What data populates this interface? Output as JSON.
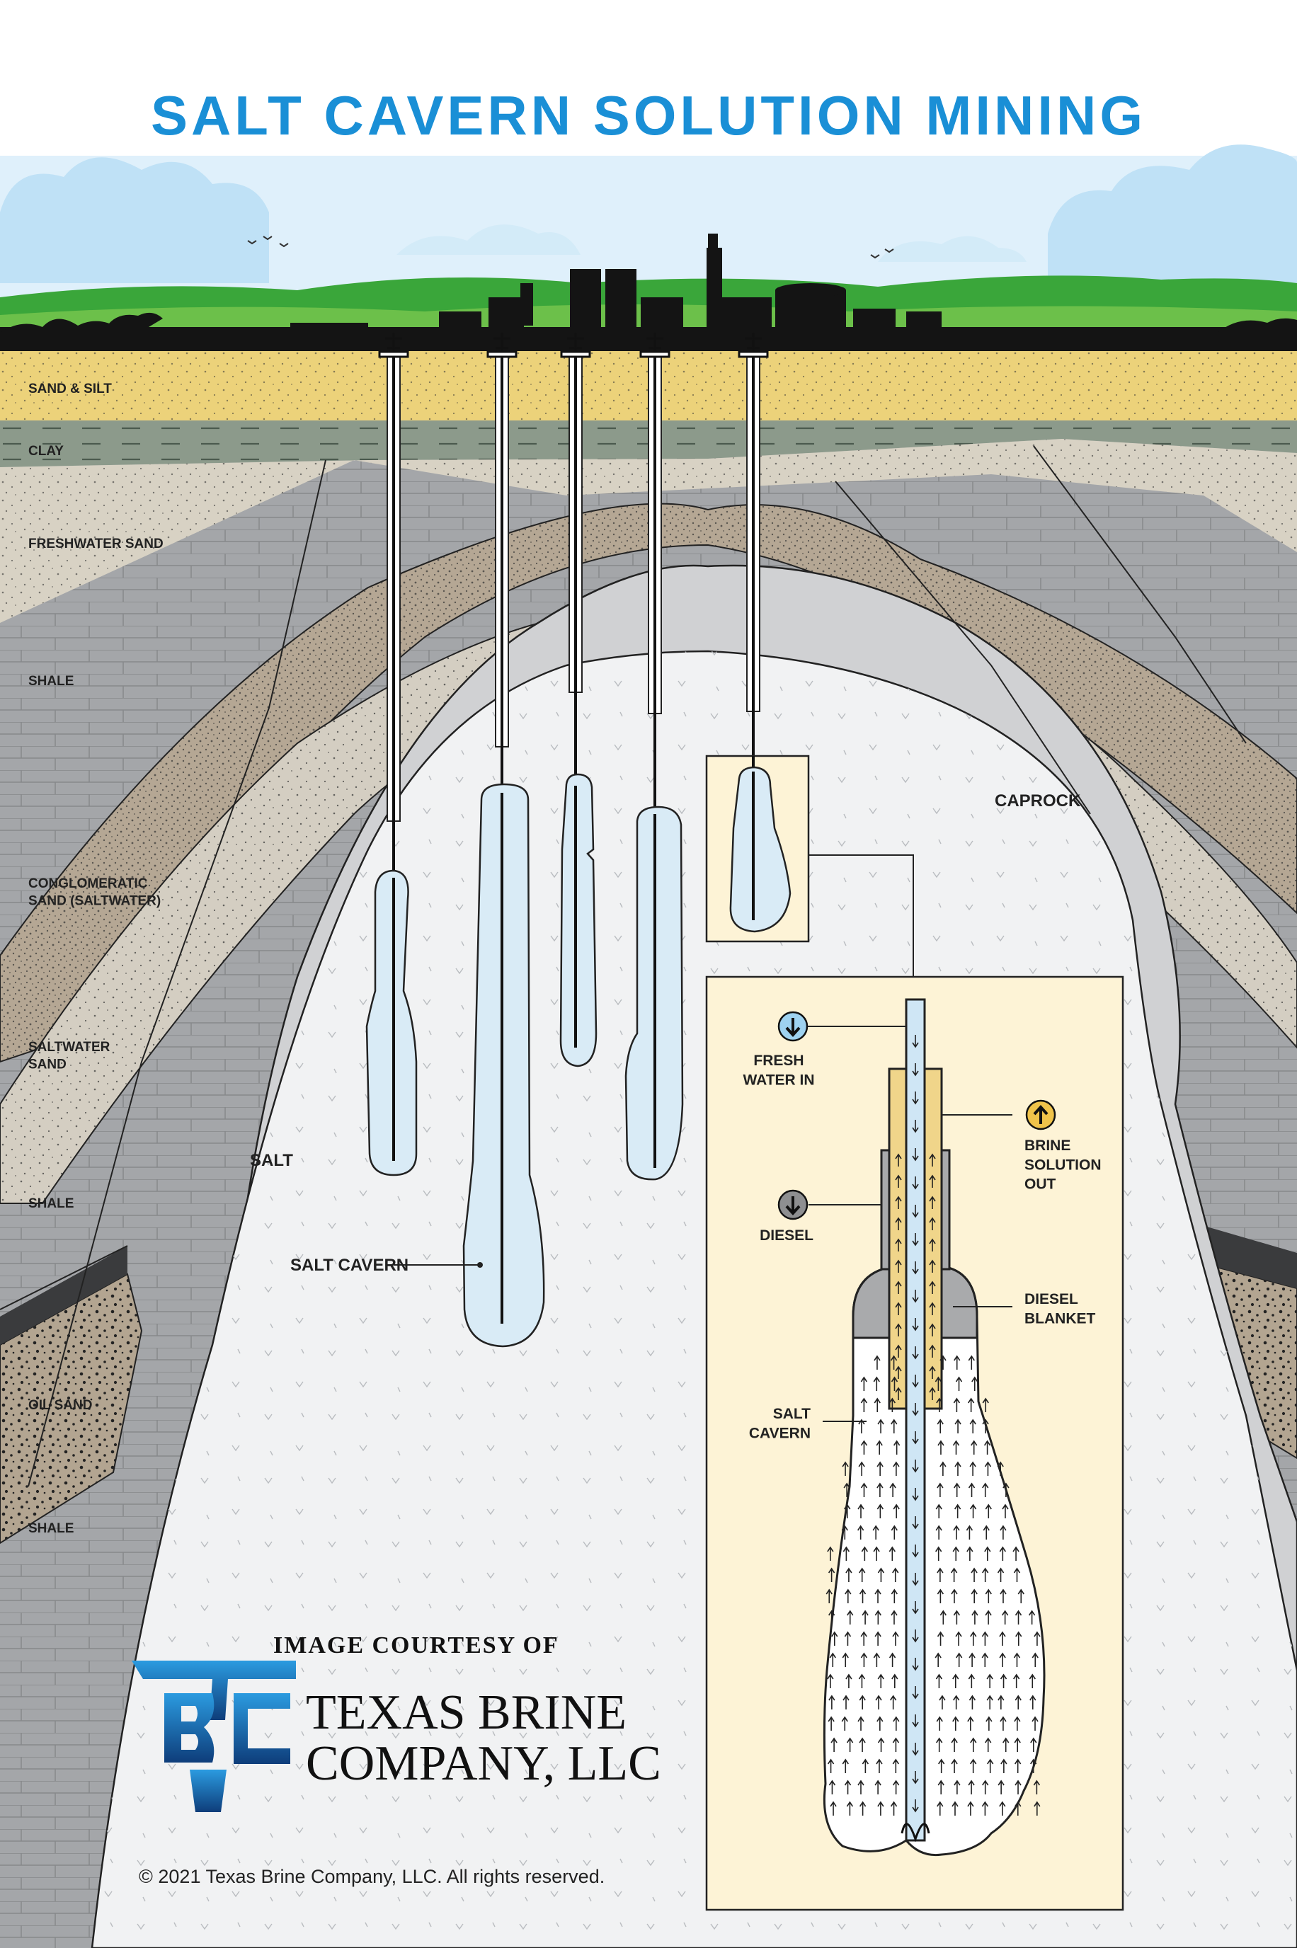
{
  "title": "SALT CAVERN SOLUTION MINING",
  "colors": {
    "title": "#1a8fd6",
    "sky": "#dff0fb",
    "vegetation": "#3aa63a",
    "silhouette": "#141414",
    "sand_silt": "#ecd27a",
    "clay": "#8c9a8b",
    "freshwater_sand": "#d8d2c4",
    "shale": "#a4a6a9",
    "conglomeratic_sand": "#b5a794",
    "caprock": "#d0d1d3",
    "salt": "#f1f2f3",
    "cavern": "#d9ebf6",
    "inset_bg": "#fdf3d6",
    "brine_tube": "#f0d58a",
    "diesel": "#a9aaac",
    "fresh_water_tube": "#cfe6f5"
  },
  "strata": [
    {
      "id": "sand-silt",
      "label": "SAND & SILT"
    },
    {
      "id": "clay",
      "label": "CLAY"
    },
    {
      "id": "freshwater-sand",
      "label": "FRESHWATER SAND"
    },
    {
      "id": "shale-1",
      "label": "SHALE"
    },
    {
      "id": "conglomeratic-sand",
      "label": "CONGLOMERATIC\nSAND (SALTWATER)"
    },
    {
      "id": "saltwater-sand",
      "label": "SALTWATER\nSAND"
    },
    {
      "id": "shale-2",
      "label": "SHALE"
    },
    {
      "id": "oil-sand",
      "label": "OIL SAND"
    },
    {
      "id": "shale-3",
      "label": "SHALE"
    }
  ],
  "labels": {
    "caprock": "CAPROCK",
    "salt": "SALT",
    "salt_cavern": "SALT CAVERN"
  },
  "inset": {
    "fresh_water_in": "FRESH\nWATER IN",
    "brine_solution_out": "BRINE\nSOLUTION\nOUT",
    "diesel": "DIESEL",
    "diesel_blanket": "DIESEL\nBLANKET",
    "salt_cavern": "SALT\nCAVERN"
  },
  "credit": {
    "courtesy": "IMAGE COURTESY OF",
    "company_line1": "TEXAS BRINE",
    "company_line2": "COMPANY, LLC",
    "copyright": "© 2021 Texas Brine Company, LLC. All rights reserved."
  },
  "icons": [
    "down-arrow-icon",
    "up-arrow-icon",
    "wellhead-icon",
    "logo-mark"
  ]
}
